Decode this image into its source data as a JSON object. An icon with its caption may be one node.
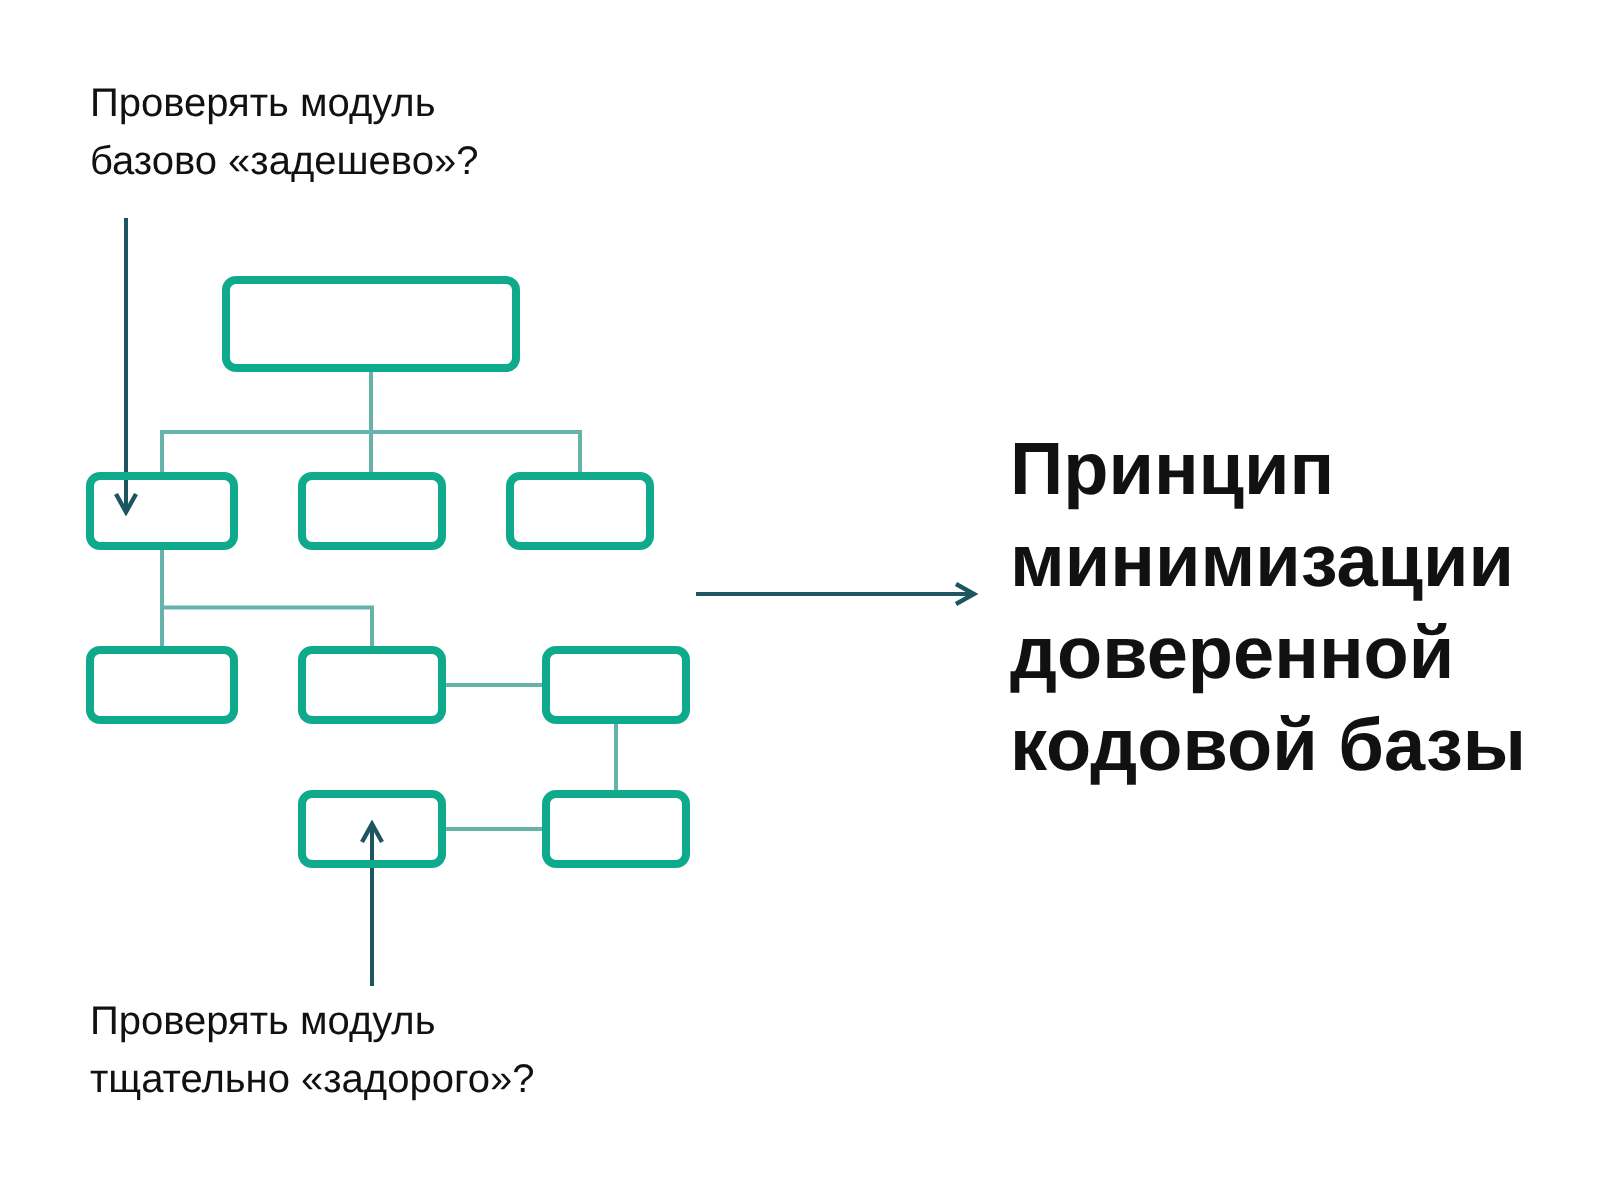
{
  "diagram": {
    "nodes": [
      {
        "text": [
          "Проверять модуль базово «задешево»?"
        ]
      },
      {
        "text": [],
        "shape": "box"
      },
      {
        "text": [],
        "shape": "box"
      },
      {
        "text": [],
        "shape": "box"
      },
      {
        "text": [],
        "shape": "box"
      },
      {
        "text": [],
        "shape": "box"
      },
      {
        "text": [],
        "shape": "box"
      },
      {
        "text": [],
        "shape": "box"
      },
      {
        "text": [],
        "shape": "box"
      },
      {
        "text": [],
        "shape": "box"
      },
      {
        "text": [
          "Проверять модуль тщательно «задорого»?"
        ]
      },
      {
        "text": [
          "Принцип минимизации доверенной кодовой базы"
        ]
      }
    ],
    "edges": [
      {
        "from": 1,
        "to": 2,
        "arrow": "none"
      },
      {
        "from": 1,
        "to": 3,
        "arrow": "none"
      },
      {
        "from": 1,
        "to": 4,
        "arrow": "none"
      },
      {
        "from": 2,
        "to": 5,
        "arrow": "none"
      },
      {
        "from": 2,
        "to": 6,
        "arrow": "none"
      },
      {
        "from": 6,
        "to": 7,
        "arrow": "none"
      },
      {
        "from": 7,
        "to": 9,
        "arrow": "none"
      },
      {
        "from": 9,
        "to": 8,
        "arrow": "none"
      },
      {
        "from": 0,
        "to": 2,
        "arrow": "to",
        "color": "#1d5560"
      },
      {
        "from": 10,
        "to": 8,
        "arrow": "to",
        "color": "#1d5560"
      },
      {
        "from": null,
        "to": 11,
        "arrow": "to",
        "color": "#1d5560"
      }
    ]
  }
}
